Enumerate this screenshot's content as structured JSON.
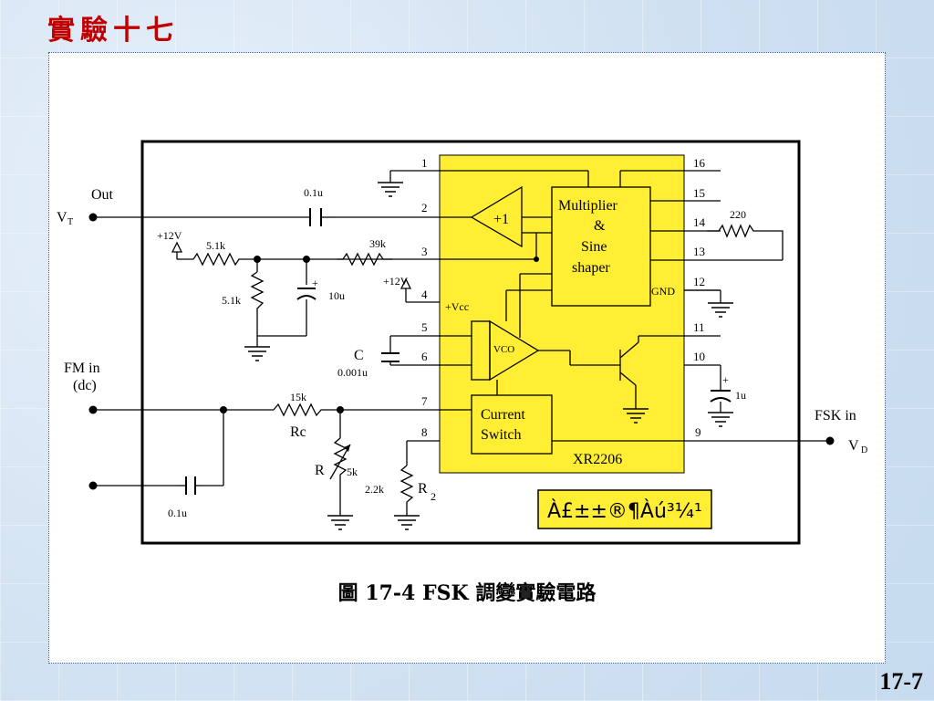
{
  "header": {
    "title": "實驗十七"
  },
  "footer": {
    "page_number": "17-7"
  },
  "figure": {
    "caption": "圖 17-4  FSK 調變實驗電路",
    "chip": {
      "name": "XR2206",
      "highlight_color": "#ffee33"
    },
    "blocks": {
      "multiplier": [
        "Multiplier",
        "&",
        "Sine",
        "shaper"
      ],
      "buffer": "+1",
      "vco": "VCO",
      "current_switch": [
        "Current",
        "Switch"
      ],
      "gnd": "GND",
      "vcc": "+Vcc"
    },
    "pins": [
      "1",
      "2",
      "3",
      "4",
      "5",
      "6",
      "7",
      "8",
      "16",
      "15",
      "14",
      "13",
      "12",
      "11",
      "10",
      "9"
    ],
    "terminals": {
      "out": "Out",
      "vt": "V",
      "vt_sub": "T",
      "fm_in": "FM in",
      "fm_dc": "(dc)",
      "fsk_in": "FSK in",
      "vd": "V",
      "vd_sub": "D"
    },
    "components": {
      "c_out": "0.1u",
      "plus12_a": "+12V",
      "r_51k_a": "5.1k",
      "r_51k_b": "5.1k",
      "r_39k": "39k",
      "c_10u": "10u",
      "plus12_b": "+12V",
      "c_timing": "C",
      "c_timing_val": "0.001u",
      "r_15k": "15k",
      "rc": "Rc",
      "r_pot": "R",
      "r_5k": "5k",
      "r_22k": "2.2k",
      "r2": "R",
      "r2_sub": "2",
      "c_in": "0.1u",
      "r_220": "220",
      "c_1u": "1u",
      "plus_sign": "+"
    },
    "garbled_label": "À£±±®¶Àú³¼¹"
  }
}
